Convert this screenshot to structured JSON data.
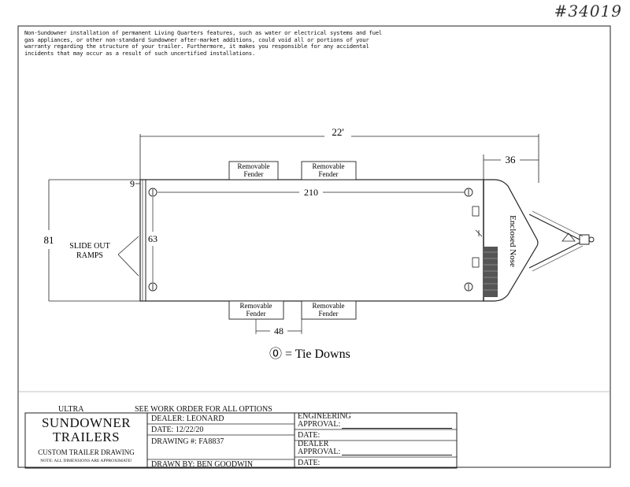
{
  "handwritten_number": "#34019",
  "warning_note": "Non-Sundowner installation of permanent Living Quarters features, such as water or electrical systems and fuel gas appliances, or other non-standard Sundowner after-market additions, could void all or portions of your warranty regarding the structure of your trailer. Furthermore, it makes you responsible for any accidental incidents that may occur as a result of such uncertified installations.",
  "drawing": {
    "overall_length": "22'",
    "nose_length": "36",
    "width": "81",
    "ramp_depth": "9",
    "tiedown_spacing_length": "210",
    "tiedown_spacing_width": "63",
    "fender_spacing": "48",
    "fender_label_line1": "Removable",
    "fender_label_line2": "Fender",
    "ramps_line1": "SLIDE OUT",
    "ramps_line2": "RAMPS",
    "nose_label": "Enclosed Nose",
    "legend_symbol": "⓪",
    "legend_text": "= Tie Downs"
  },
  "title_block": {
    "model": "ULTRA",
    "see_note": "SEE WORK ORDER FOR ALL OPTIONS",
    "brand_line1": "SUNDOWNER",
    "brand_line2": "TRAILERS",
    "subtitle": "CUSTOM TRAILER DRAWING",
    "note_small": "NOTE: ALL DIMENSIONS ARE APPROXIMATE!",
    "dealer": "DEALER: LEONARD",
    "date": "DATE: 12/22/20",
    "drawing_no": "DRAWING #: FA8837",
    "drawn_by": "DRAWN BY: BEN GOODWIN",
    "eng_label1": "ENGINEERING",
    "eng_label2": "APPROVAL:",
    "date_label": "DATE:",
    "dealer_label1": "DEALER",
    "dealer_label2": "APPROVAL:",
    "date_label2": "DATE:"
  }
}
